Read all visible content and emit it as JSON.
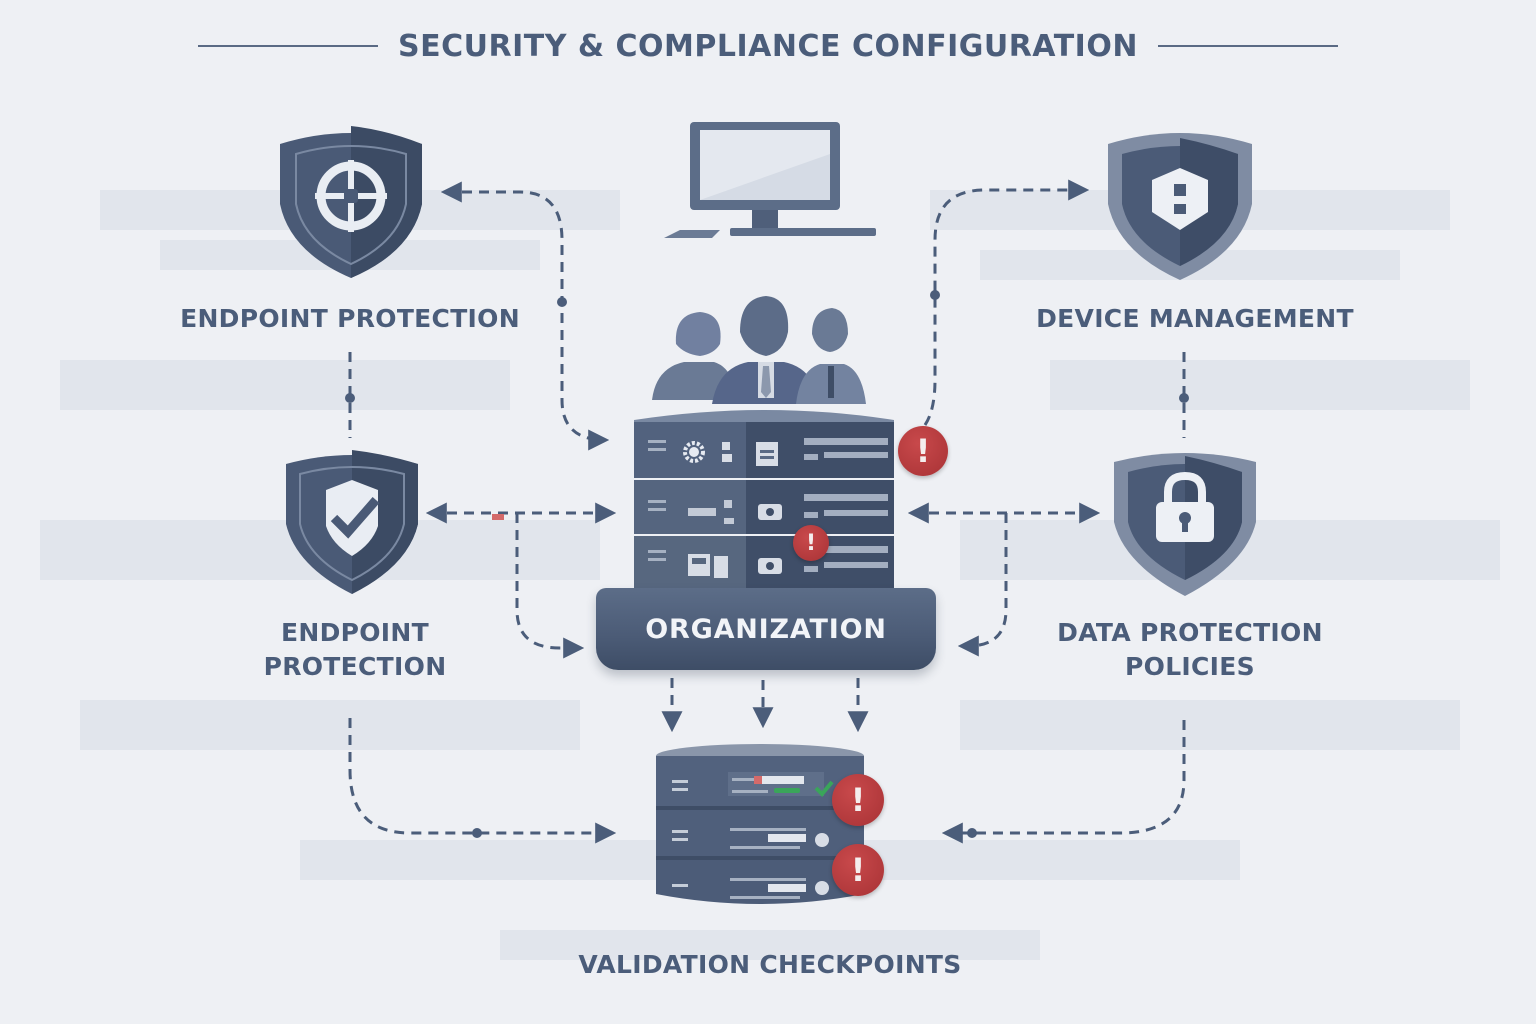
{
  "title": "SECURITY & COMPLIANCE CONFIGURATION",
  "colors": {
    "background": "#eef0f4",
    "primary_slate": "#4b5d7a",
    "dark_slate": "#3e4d66",
    "alert_red": "#b8383b",
    "check_green": "#3aa55a",
    "icon_light": "#e9edf3"
  },
  "nodes": {
    "top_left": {
      "label": "ENDPOINT PROTECTION",
      "icon": "target-shield-icon"
    },
    "top_center": {
      "icon": "monitor-icon"
    },
    "top_right": {
      "label": "DEVICE MANAGEMENT",
      "icon": "device-shield-icon"
    },
    "mid_left": {
      "label_line1": "ENDPOINT",
      "label_line2": "PROTECTION",
      "icon": "check-shield-icon"
    },
    "mid_right": {
      "label_line1": "DATA PROTECTION",
      "label_line2": "POLICIES",
      "icon": "lock-shield-icon"
    },
    "center": {
      "label": "ORGANIZATION",
      "icon": "server-stack-icon",
      "people_icon": "users-group-icon"
    },
    "bottom": {
      "label": "VALIDATION CHECKPOINTS",
      "icon": "database-stack-icon"
    }
  },
  "alerts": [
    {
      "location": "organization-server-top",
      "glyph": "!"
    },
    {
      "location": "organization-server-bottom",
      "glyph": "!"
    },
    {
      "location": "validation-db-top",
      "glyph": "!"
    },
    {
      "location": "validation-db-bottom",
      "glyph": "!"
    }
  ],
  "status_marks": [
    {
      "location": "validation-db-top",
      "glyph": "✓",
      "color": "#3aa55a"
    }
  ]
}
